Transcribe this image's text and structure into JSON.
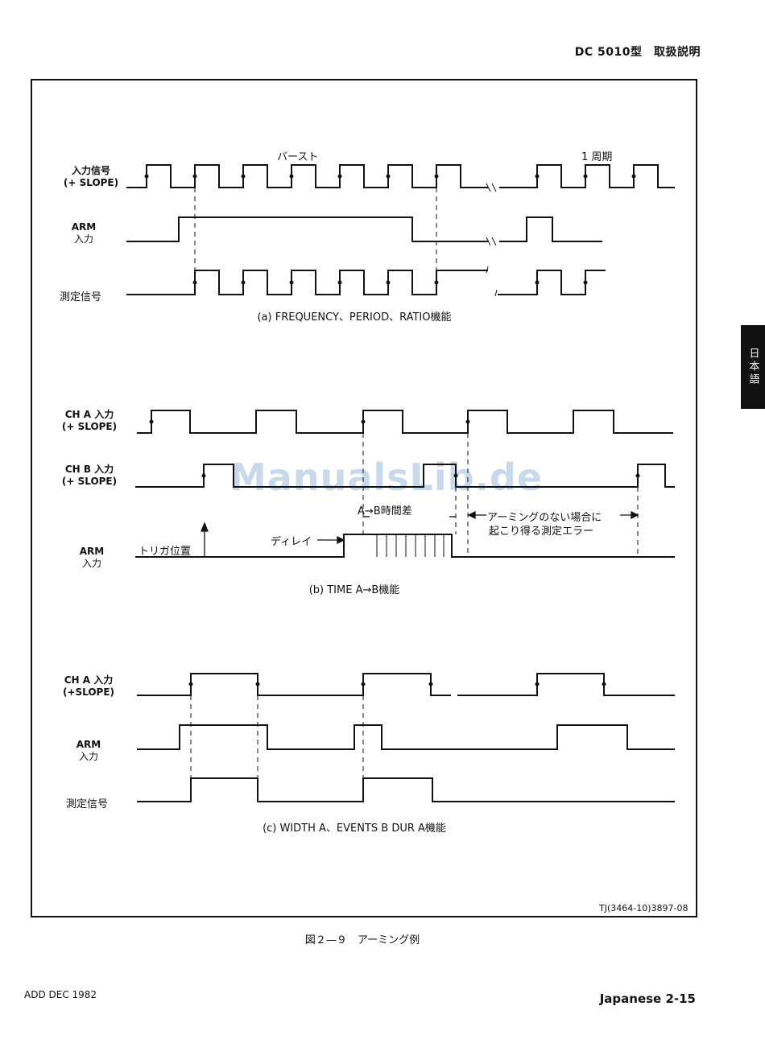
{
  "header": {
    "title": "DC 5010型　取扱説明"
  },
  "side_tab": {
    "label": "日本語"
  },
  "watermark": "ManualsLib.de",
  "panel_a": {
    "label_input": "入力信号",
    "label_input_slope": "(+ SLOPE)",
    "label_arm": "ARM",
    "label_arm_sub": "入力",
    "label_measure": "測定信号",
    "burst": "バースト",
    "period": "1 周期",
    "caption": "(a) FREQUENCY、PERIOD、RATIO機能"
  },
  "panel_b": {
    "label_cha": "CH A 入力",
    "label_cha_slope": "(+ SLOPE)",
    "label_chb": "CH B 入力",
    "label_chb_slope": "(+ SLOPE)",
    "label_arm": "ARM",
    "label_arm_sub": "入力",
    "trigger": "トリガ位置",
    "delay": "ディレイ",
    "time_diff": "A→B時間差",
    "error_line1": "アーミングのない場合に",
    "error_line2": "起こり得る測定エラー",
    "caption": "(b) TIME A→B機能"
  },
  "panel_c": {
    "label_cha": "CH A 入力",
    "label_cha_slope": "(+SLOPE)",
    "label_arm": "ARM",
    "label_arm_sub": "入力",
    "label_measure": "測定信号",
    "caption": "(c) WIDTH A、EVENTS B DUR A機能"
  },
  "figure": {
    "code": "TJ(3464-10)3897-08",
    "caption": "図２—９　アーミング例"
  },
  "footer": {
    "left": "ADD DEC 1982",
    "right": "Japanese 2-15"
  }
}
